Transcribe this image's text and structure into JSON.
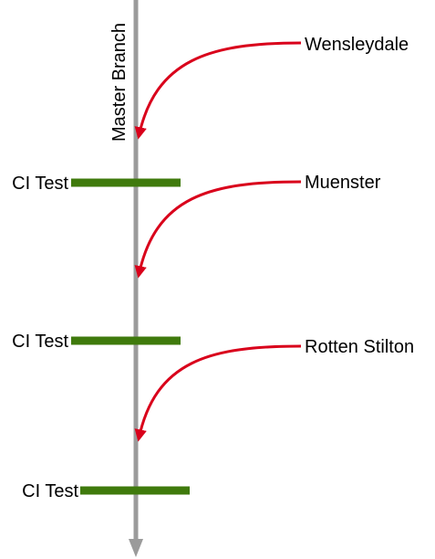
{
  "branch": {
    "label": "Master Branch",
    "color": "#9b9b9b"
  },
  "ci_tests": [
    {
      "label": "CI Test",
      "color": "#3f7a0c"
    },
    {
      "label": "CI Test",
      "color": "#3f7a0c"
    },
    {
      "label": "CI Test",
      "color": "#3f7a0c"
    }
  ],
  "merges": [
    {
      "label": "Wensleydale",
      "color": "#d9001b"
    },
    {
      "label": "Muenster",
      "color": "#d9001b"
    },
    {
      "label": "Rotten Stilton",
      "color": "#d9001b"
    }
  ]
}
